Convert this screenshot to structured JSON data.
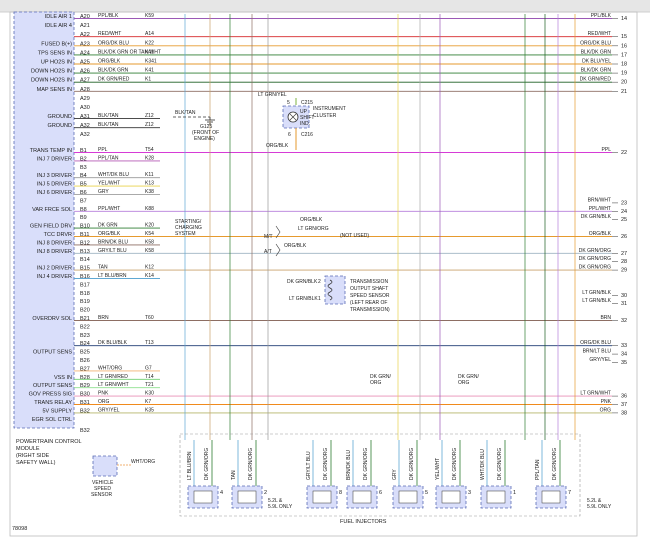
{
  "diagram_id": "78098",
  "pcm": {
    "title_lines": [
      "POWERTRAIN CONTROL",
      "MODULE",
      "(RIGHT SIDE",
      "SAFETY WALL)"
    ],
    "terminal_a_last": "A32",
    "terminal_b_last": "B32",
    "pins": [
      {
        "label": "IDLE AIR 1",
        "pin": "A20",
        "color": "PPL/BLK",
        "circuit": "K59",
        "color_hex": "#9b59b6",
        "term": "14",
        "end": "PPL/BLK"
      },
      {
        "label": "IDLE AIR 4",
        "pin": "A21",
        "color": "",
        "circuit": "",
        "color_hex": "",
        "term": "",
        "end": ""
      },
      {
        "label": "",
        "pin": "A22",
        "color": "RED/WHT",
        "circuit": "A14",
        "color_hex": "#d62728",
        "term": "15",
        "end": "RED/WHT"
      },
      {
        "label": "FUSED B(+)",
        "pin": "A23",
        "color": "ORG/DK BLU",
        "circuit": "K22",
        "color_hex": "#e69a2e",
        "term": "16",
        "end": "ORG/DK BLU"
      },
      {
        "label": "TPS SENS IN",
        "pin": "A24",
        "color": "BLK/DK GRN OR TAN/WHT",
        "circuit": "K41",
        "color_hex": "#2e7d32",
        "term": "17",
        "end": "BLK/DK GRN"
      },
      {
        "label": "UP HO2S IN",
        "pin": "A25",
        "color": "ORG/BLK",
        "circuit": "K341",
        "color_hex": "#e69a2e",
        "term": "18",
        "end": "DK BLU/YEL"
      },
      {
        "label": "DOWN HO2S IN",
        "pin": "A26",
        "color": "BLK/DK GRN",
        "circuit": "K41",
        "color_hex": "#2e7d32",
        "term": "19",
        "end": "BLK/DK GRN"
      },
      {
        "label": "DOWN HO2S IN",
        "pin": "A27",
        "color": "DK GRN/RED",
        "circuit": "K1",
        "color_hex": "#1b5e20",
        "term": "20",
        "end": "DK GRN/RED"
      },
      {
        "label": "MAP SENS IN",
        "pin": "A28",
        "color": "",
        "circuit": "",
        "color_hex": "#8d6e63",
        "term": "21",
        "end": ""
      },
      {
        "label": "",
        "pin": "A29",
        "color": "",
        "circuit": "",
        "color_hex": "",
        "term": "",
        "end": ""
      },
      {
        "label": "",
        "pin": "A30",
        "color": "",
        "circuit": "",
        "color_hex": "",
        "term": "",
        "end": ""
      },
      {
        "label": "GROUND",
        "pin": "A31",
        "color": "BLK/TAN",
        "circuit": "Z12",
        "color_hex": "#333333",
        "term": "",
        "end": ""
      },
      {
        "label": "GROUND",
        "pin": "A32",
        "color": "BLK/TAN",
        "circuit": "Z12",
        "color_hex": "#333333",
        "term": "",
        "end": ""
      },
      {
        "label": "TRANS TEMP IN",
        "pin": "B1",
        "color": "PPL",
        "circuit": "T54",
        "color_hex": "#d63bd6",
        "term": "22",
        "end": "PPL"
      },
      {
        "label": "INJ 7 DRIVER",
        "pin": "B2",
        "color": "PPL/TAN",
        "circuit": "K28",
        "color_hex": "#b55ab5",
        "term": "",
        "end": ""
      },
      {
        "label": "",
        "pin": "B3",
        "color": "",
        "circuit": "",
        "color_hex": "",
        "term": "",
        "end": ""
      },
      {
        "label": "INJ 3 DRIVER",
        "pin": "B4",
        "color": "WHT/DK BLU",
        "circuit": "K11",
        "color_hex": "#999999",
        "term": "",
        "end": ""
      },
      {
        "label": "INJ 5 DRIVER",
        "pin": "B5",
        "color": "YEL/WHT",
        "circuit": "K13",
        "color_hex": "#e8d24a",
        "term": "",
        "end": ""
      },
      {
        "label": "INJ 6 DRIVER",
        "pin": "B6",
        "color": "GRY",
        "circuit": "K38",
        "color_hex": "#aaaaaa",
        "term": "",
        "end": ""
      },
      {
        "label": "",
        "pin": "B7",
        "color": "",
        "circuit": "",
        "color_hex": "",
        "term": "23",
        "end": "BRN/WHT"
      },
      {
        "label": "VAR FRCE SOL",
        "pin": "B8",
        "color": "PPL/WHT",
        "circuit": "K88",
        "color_hex": "#b57edc",
        "term": "24",
        "end": "PPL/WHT"
      },
      {
        "label": "",
        "pin": "B9",
        "color": "",
        "circuit": "",
        "color_hex": "",
        "term": "25",
        "end": "DK GRN/BLK"
      },
      {
        "label": "GEN FIELD DRV",
        "pin": "B10",
        "color": "DK GRN",
        "circuit": "K20",
        "color_hex": "#2e7d32",
        "term": "",
        "end": ""
      },
      {
        "label": "TCC DRVR",
        "pin": "B11",
        "color": "ORG/BLK",
        "circuit": "K54",
        "color_hex": "#e69a2e",
        "term": "26",
        "end": "ORG/BLK"
      },
      {
        "label": "INJ 8 DRIVER",
        "pin": "B12",
        "color": "BRN/DK BLU",
        "circuit": "K58",
        "color_hex": "#8d6e63",
        "term": "",
        "end": ""
      },
      {
        "label": "INJ 8 DRIVER",
        "pin": "B13",
        "color": "GRY/LT BLU",
        "circuit": "K58",
        "color_hex": "#9eb3c2",
        "term": "27",
        "end": "DK GRN/ORG"
      },
      {
        "label": "",
        "pin": "B14",
        "color": "",
        "circuit": "",
        "color_hex": "",
        "term": "28",
        "end": "DK GRN/ORG"
      },
      {
        "label": "INJ 2 DRIVER",
        "pin": "B15",
        "color": "TAN",
        "circuit": "K12",
        "color_hex": "#c9a26b",
        "term": "29",
        "end": "DK GRN/ORG"
      },
      {
        "label": "INJ 4 DRIVER",
        "pin": "B16",
        "color": "LT BLU/BRN",
        "circuit": "K14",
        "color_hex": "#5fa8d3",
        "term": "",
        "end": ""
      },
      {
        "label": "",
        "pin": "B17",
        "color": "",
        "circuit": "",
        "color_hex": "",
        "term": "",
        "end": ""
      },
      {
        "label": "",
        "pin": "B18",
        "color": "",
        "circuit": "",
        "color_hex": "",
        "term": "30",
        "end": "LT GRN/BLK"
      },
      {
        "label": "",
        "pin": "B19",
        "color": "",
        "circuit": "",
        "color_hex": "",
        "term": "31",
        "end": "LT GRN/BLK"
      },
      {
        "label": "",
        "pin": "B20",
        "color": "",
        "circuit": "",
        "color_hex": "",
        "term": "",
        "end": ""
      },
      {
        "label": "OVERDRV SOL",
        "pin": "B21",
        "color": "BRN",
        "circuit": "T60",
        "color_hex": "#8d6e63",
        "term": "32",
        "end": "BRN"
      },
      {
        "label": "",
        "pin": "B22",
        "color": "",
        "circuit": "",
        "color_hex": "",
        "term": "",
        "end": ""
      },
      {
        "label": "",
        "pin": "B23",
        "color": "",
        "circuit": "",
        "color_hex": "",
        "term": "",
        "end": ""
      },
      {
        "label": "",
        "pin": "B24",
        "color": "DK BLU/BLK",
        "circuit": "T13",
        "color_hex": "#1f3b73",
        "term": "33",
        "end": "ORG/DK BLU"
      },
      {
        "label": "OUTPUT SENS",
        "pin": "B25",
        "color": "",
        "circuit": "",
        "color_hex": "",
        "term": "34",
        "end": "BRN/LT BLU"
      },
      {
        "label": "",
        "pin": "B26",
        "color": "",
        "circuit": "",
        "color_hex": "",
        "term": "35",
        "end": "GRY/YEL"
      },
      {
        "label": "",
        "pin": "B27",
        "color": "WHT/ORG",
        "circuit": "G7",
        "color_hex": "#f0b070",
        "term": "",
        "end": ""
      },
      {
        "label": "VSS IN",
        "pin": "B28",
        "color": "LT GRN/RED",
        "circuit": "T14",
        "color_hex": "#6fcf6f",
        "term": "",
        "end": ""
      },
      {
        "label": "OUTPUT SENS",
        "pin": "B29",
        "color": "LT GRN/WHT",
        "circuit": "T21",
        "color_hex": "#8ee08e",
        "term": "",
        "end": ""
      },
      {
        "label": "GOV PRESS SIG",
        "pin": "B30",
        "color": "PNK",
        "circuit": "K30",
        "color_hex": "#e88fb6",
        "term": "36",
        "end": "LT GRN/WHT"
      },
      {
        "label": "TRANS RELAY",
        "pin": "B31",
        "color": "ORG",
        "circuit": "K7",
        "color_hex": "#f08a1c",
        "term": "37",
        "end": "PNK"
      },
      {
        "label": "5V SUPPLY",
        "pin": "B32",
        "color": "GRY/YEL",
        "circuit": "K35",
        "color_hex": "#b5b56a",
        "term": "38",
        "end": "ORG"
      },
      {
        "label": "EGR SOL CTRL",
        "pin": "",
        "color": "",
        "circuit": "",
        "color_hex": "",
        "term": "",
        "end": ""
      }
    ]
  },
  "ground": {
    "wire": "BLK/TAN",
    "splice": "G125",
    "note_lines": [
      "(FRONT OF",
      "ENGINE)"
    ]
  },
  "cluster": {
    "wire_top": "LT GRN/YEL",
    "pin_top": "5",
    "conn_top": "C215",
    "label_lines": [
      "INSTRUMENT",
      "CLUSTER"
    ],
    "inner_lines": [
      "UP",
      "SHIFT",
      "IND."
    ],
    "pin_bottom": "6",
    "conn_bottom": "C216",
    "wire_bottom": "ORG/BLK"
  },
  "charging": {
    "label_lines": [
      "STARTING/",
      "CHARGING",
      "SYSTEM"
    ]
  },
  "variants": {
    "mt": "M/T",
    "at": "A/T",
    "wire1": "ORG/BLK",
    "wire2": "LT GRN/ORG",
    "not_used": "(NOT USED)",
    "wire3": "ORG/BLK"
  },
  "trans_sensor": {
    "wire1": "DK GRN/BLK",
    "pin1": "2",
    "wire2": "LT GRN/BLK",
    "pin2": "1",
    "label_lines": [
      "TRANSMISSION",
      "OUTPUT SHAFT",
      "SPEED SENSOR",
      "(LEFT REAR OF",
      "TRANSMISSION)"
    ]
  },
  "mid_labels": {
    "a": "DK GRN/",
    "a2": "ORG",
    "b": "DK GRN/",
    "b2": "ORG"
  },
  "vss": {
    "wire": "WHT/ORG",
    "label_lines": [
      "VEHICLE",
      "SPEED",
      "SENSOR"
    ]
  },
  "injectors": {
    "title": "FUEL INJECTORS",
    "note1_lines": [
      "5.2L &",
      "5.9L ONLY"
    ],
    "note2_lines": [
      "5.2L &",
      "5.9L ONLY"
    ],
    "items": [
      {
        "num": "4",
        "wires": [
          "LT BLU/BRN",
          "DK GRN/ORG"
        ]
      },
      {
        "num": "2",
        "wires": [
          "TAN",
          "DK GRN/ORG"
        ]
      },
      {
        "num": "8",
        "wires": [
          "GRY/LT BLU",
          "DK GRN/ORG"
        ]
      },
      {
        "num": "6",
        "wires": [
          "BRN/DK BLU",
          "DK GRN/ORG"
        ]
      },
      {
        "num": "5",
        "wires": [
          "GRY",
          "DK GRN/ORG"
        ]
      },
      {
        "num": "3",
        "wires": [
          "YEL/WHT",
          "DK GRN/ORG"
        ]
      },
      {
        "num": "1",
        "wires": [
          "WHT/DK BLU",
          "DK GRN/ORG"
        ]
      },
      {
        "num": "7",
        "wires": [
          "PPL/TAN",
          "DK GRN/ORG"
        ]
      }
    ]
  }
}
